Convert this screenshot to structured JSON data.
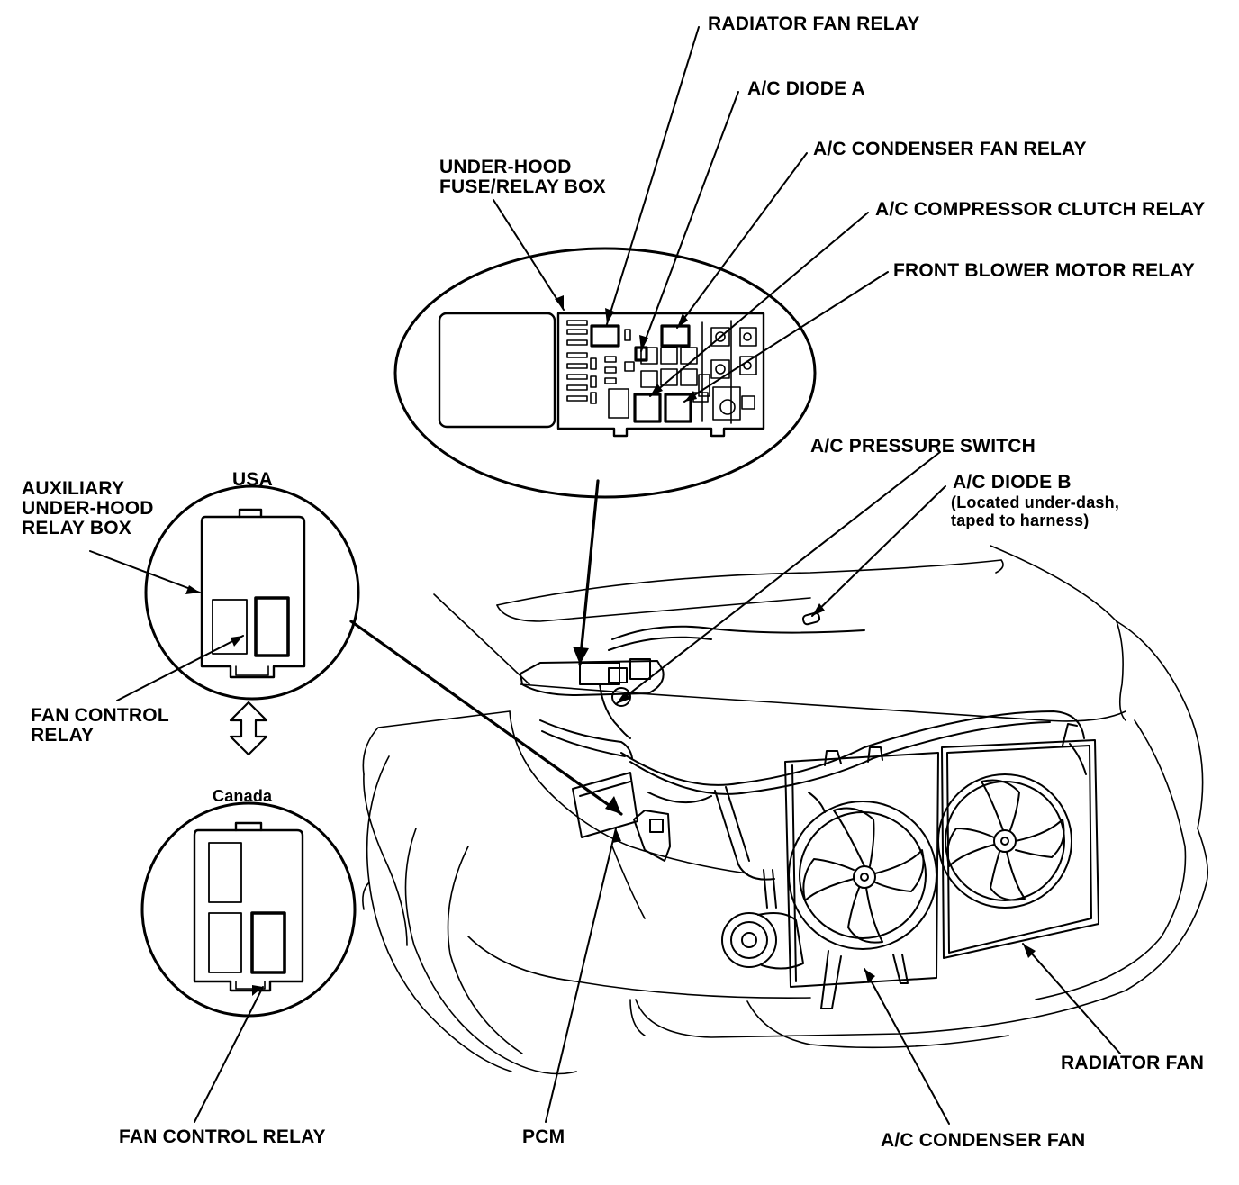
{
  "labels": {
    "radiator_fan_relay": "RADIATOR FAN RELAY",
    "ac_diode_a": "A/C DIODE A",
    "ac_condenser_fan_relay": "A/C CONDENSER FAN RELAY",
    "ac_compressor_clutch_relay": "A/C COMPRESSOR CLUTCH RELAY",
    "front_blower_motor_relay": "FRONT BLOWER MOTOR RELAY",
    "under_hood_fuse_relay_box": "UNDER-HOOD\nFUSE/RELAY BOX",
    "ac_pressure_switch": "A/C PRESSURE SWITCH",
    "ac_diode_b": "A/C DIODE B",
    "ac_diode_b_note": "(Located under-dash,\ntaped to harness)",
    "usa": "USA",
    "auxiliary_under_hood_relay_box": "AUXILIARY\nUNDER-HOOD\nRELAY BOX",
    "fan_control_relay_usa": "FAN CONTROL\nRELAY",
    "canada": "Canada",
    "fan_control_relay_canada": "FAN CONTROL RELAY",
    "pcm": "PCM",
    "radiator_fan": "RADIATOR FAN",
    "ac_condenser_fan": "A/C CONDENSER FAN"
  },
  "colors": {
    "ink": "#000000",
    "paper": "#ffffff"
  },
  "icons": {
    "interchange_arrow": "double-headed-vertical-arrow"
  }
}
